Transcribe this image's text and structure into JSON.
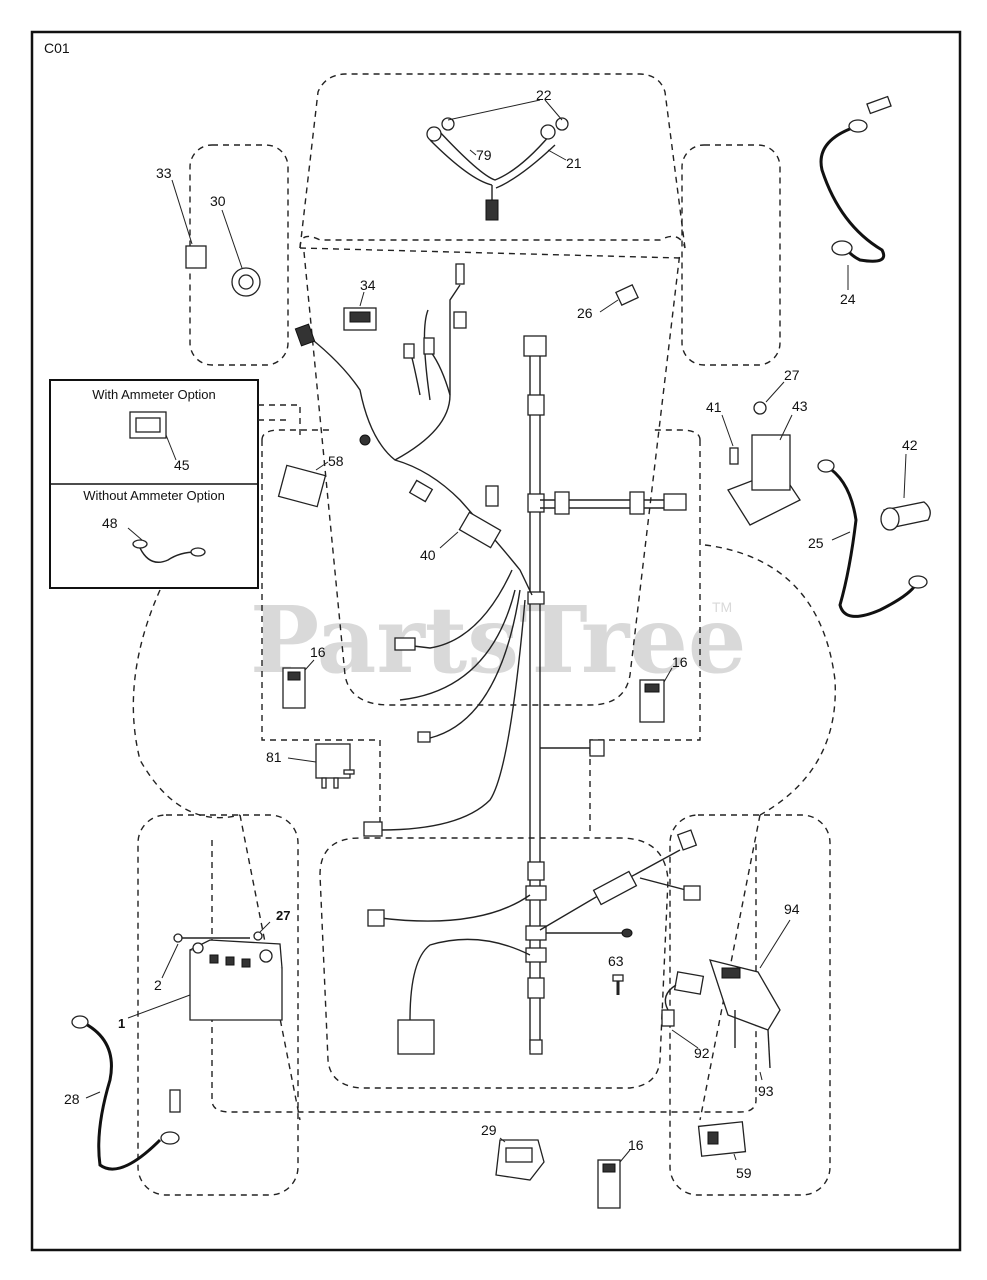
{
  "diagram": {
    "page_code": "C01",
    "watermark": "PartsTree",
    "watermark_tm": "TM",
    "options_box": {
      "with_ammeter": "With Ammeter Option",
      "without_ammeter": "Without Ammeter Option"
    },
    "callouts": {
      "p22": "22",
      "p79": "79",
      "p21": "21",
      "p33": "33",
      "p30": "30",
      "p34": "34",
      "p26": "26",
      "p24": "24",
      "p27a": "27",
      "p41": "41",
      "p43": "43",
      "p42": "42",
      "p45": "45",
      "p58": "58",
      "p48": "48",
      "p40": "40",
      "p25": "25",
      "p16a": "16",
      "p16b": "16",
      "p81": "81",
      "p94": "94",
      "p27b": "27",
      "p2": "2",
      "p63": "63",
      "p1": "1",
      "p92": "92",
      "p93": "93",
      "p28": "28",
      "p29": "29",
      "p16c": "16",
      "p59": "59"
    }
  }
}
